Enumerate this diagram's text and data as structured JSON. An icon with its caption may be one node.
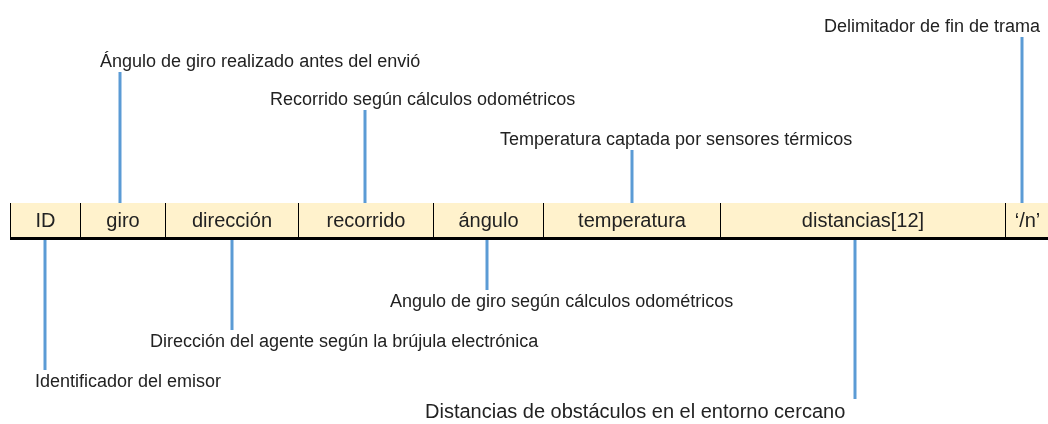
{
  "diagram": {
    "nodes": [
      {
        "text": [
          "Delimitador de fin de trama"
        ]
      },
      {
        "text": [
          "Ángulo de giro realizado antes del envió"
        ]
      },
      {
        "text": [
          "Recorrido según cálculos odométricos"
        ]
      },
      {
        "text": [
          "Temperatura captada por sensores térmicos"
        ]
      },
      {
        "text": [
          "ID"
        ]
      },
      {
        "text": [
          "giro"
        ]
      },
      {
        "text": [
          "dirección"
        ]
      },
      {
        "text": [
          "recorrido"
        ]
      },
      {
        "text": [
          "ángulo"
        ]
      },
      {
        "text": [
          "temperatura"
        ]
      },
      {
        "text": [
          "distancias[12]"
        ]
      },
      {
        "text": [
          "‘/n’"
        ]
      },
      {
        "text": [
          "Angulo de giro según cálculos odométricos"
        ]
      },
      {
        "text": [
          "Dirección del agente según la brújula electrónica"
        ]
      },
      {
        "text": [
          "Identificador del emisor"
        ]
      },
      {
        "text": [
          "Distancias de obstáculos en el entorno cercano"
        ]
      }
    ],
    "edges": [
      {
        "from": 0,
        "to": 11,
        "arrow": "none"
      },
      {
        "from": 1,
        "to": 5,
        "arrow": "none"
      },
      {
        "from": 2,
        "to": 7,
        "arrow": "none"
      },
      {
        "from": 3,
        "to": 9,
        "arrow": "none"
      },
      {
        "from": 12,
        "to": 8,
        "arrow": "none"
      },
      {
        "from": 13,
        "to": 6,
        "arrow": "none"
      },
      {
        "from": 14,
        "to": 4,
        "arrow": "none"
      },
      {
        "from": 15,
        "to": 10,
        "arrow": "none"
      }
    ]
  }
}
